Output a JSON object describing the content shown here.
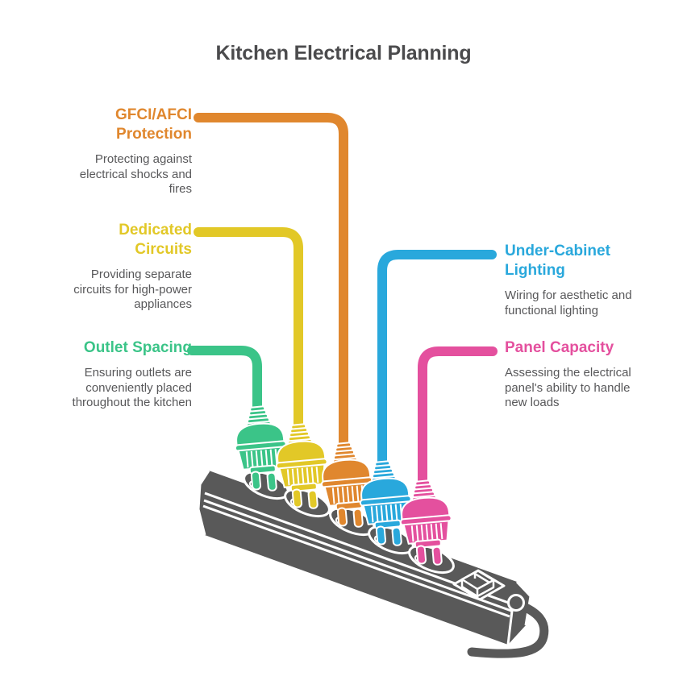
{
  "title": "Kitchen Electrical Planning",
  "colors": {
    "title_text": "#4b4b4d",
    "description_text": "#58585a",
    "strip_body": "#595959",
    "outline": "#ffffff",
    "background": "#ffffff"
  },
  "topics": [
    {
      "id": "gfci-afci-protection",
      "label": "GFCI/AFCI\nProtection",
      "description": "Protecting against\nelectrical shocks and\nfires",
      "color": "#E0872E",
      "side": "left"
    },
    {
      "id": "dedicated-circuits",
      "label": "Dedicated\nCircuits",
      "description": "Providing separate\ncircuits for high-power\nappliances",
      "color": "#E2C827",
      "side": "left"
    },
    {
      "id": "outlet-spacing",
      "label": "Outlet Spacing",
      "description": "Ensuring outlets are\nconveniently placed\nthroughout the kitchen",
      "color": "#3BC488",
      "side": "left"
    },
    {
      "id": "under-cabinet-lighting",
      "label": "Under-Cabinet\nLighting",
      "description": "Wiring for aesthetic and\nfunctional lighting",
      "color": "#29A8DC",
      "side": "right"
    },
    {
      "id": "panel-capacity",
      "label": "Panel Capacity",
      "description": "Assessing the electrical\npanel's ability to handle\nnew loads",
      "color": "#E4509E",
      "side": "right"
    }
  ]
}
